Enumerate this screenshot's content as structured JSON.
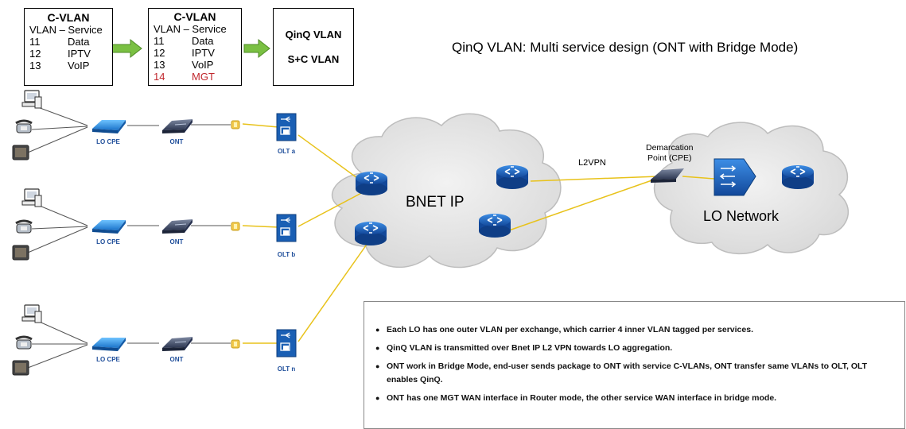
{
  "vlan_box_1": {
    "title": "C-VLAN",
    "subtitle": "VLAN – Service",
    "rows": [
      {
        "id": "11",
        "service": "Data"
      },
      {
        "id": "12",
        "service": "IPTV"
      },
      {
        "id": "13",
        "service": "VoIP"
      }
    ]
  },
  "vlan_box_2": {
    "title": "C-VLAN",
    "subtitle": "VLAN – Service",
    "rows": [
      {
        "id": "11",
        "service": "Data"
      },
      {
        "id": "12",
        "service": "IPTV"
      },
      {
        "id": "13",
        "service": "VoIP"
      },
      {
        "id": "14",
        "service": "MGT"
      }
    ]
  },
  "qinq_box": {
    "line1": "QinQ VLAN",
    "line2": "S+C VLAN"
  },
  "diagram_title": "QinQ VLAN: Multi service design (ONT with Bridge Mode)",
  "sites": [
    {
      "cpe": "LO CPE",
      "ont": "ONT",
      "olt": "OLT a"
    },
    {
      "cpe": "LO CPE",
      "ont": "ONT",
      "olt": "OLT b"
    },
    {
      "cpe": "LO CPE",
      "ont": "ONT",
      "olt": "OLT n"
    }
  ],
  "clouds": {
    "bnet": "BNET IP",
    "lo_network": "LO Network"
  },
  "labels": {
    "l2vpn": "L2VPN",
    "demarcation": "Demarcation\nPoint (CPE)"
  },
  "notes": [
    "Each LO has one outer VLAN per exchange, which carrier 4 inner VLAN tagged per services.",
    "QinQ VLAN is transmitted over Bnet IP L2 VPN towards LO aggregation.",
    "ONT work in Bridge Mode, end-user sends package to ONT with service C-VLANs, ONT transfer same VLANs to OLT, OLT enables QinQ.",
    "ONT has one MGT WAN interface in Router mode, the other service WAN interface in bridge mode."
  ],
  "colors": {
    "link": "#e8c21a",
    "device_blue": "#1e7fd8",
    "router_blue": "#1a5fb4",
    "cloud": "#e4e4e4",
    "arrow_green": "#7ac043",
    "mgt_red": "#c0272d"
  }
}
